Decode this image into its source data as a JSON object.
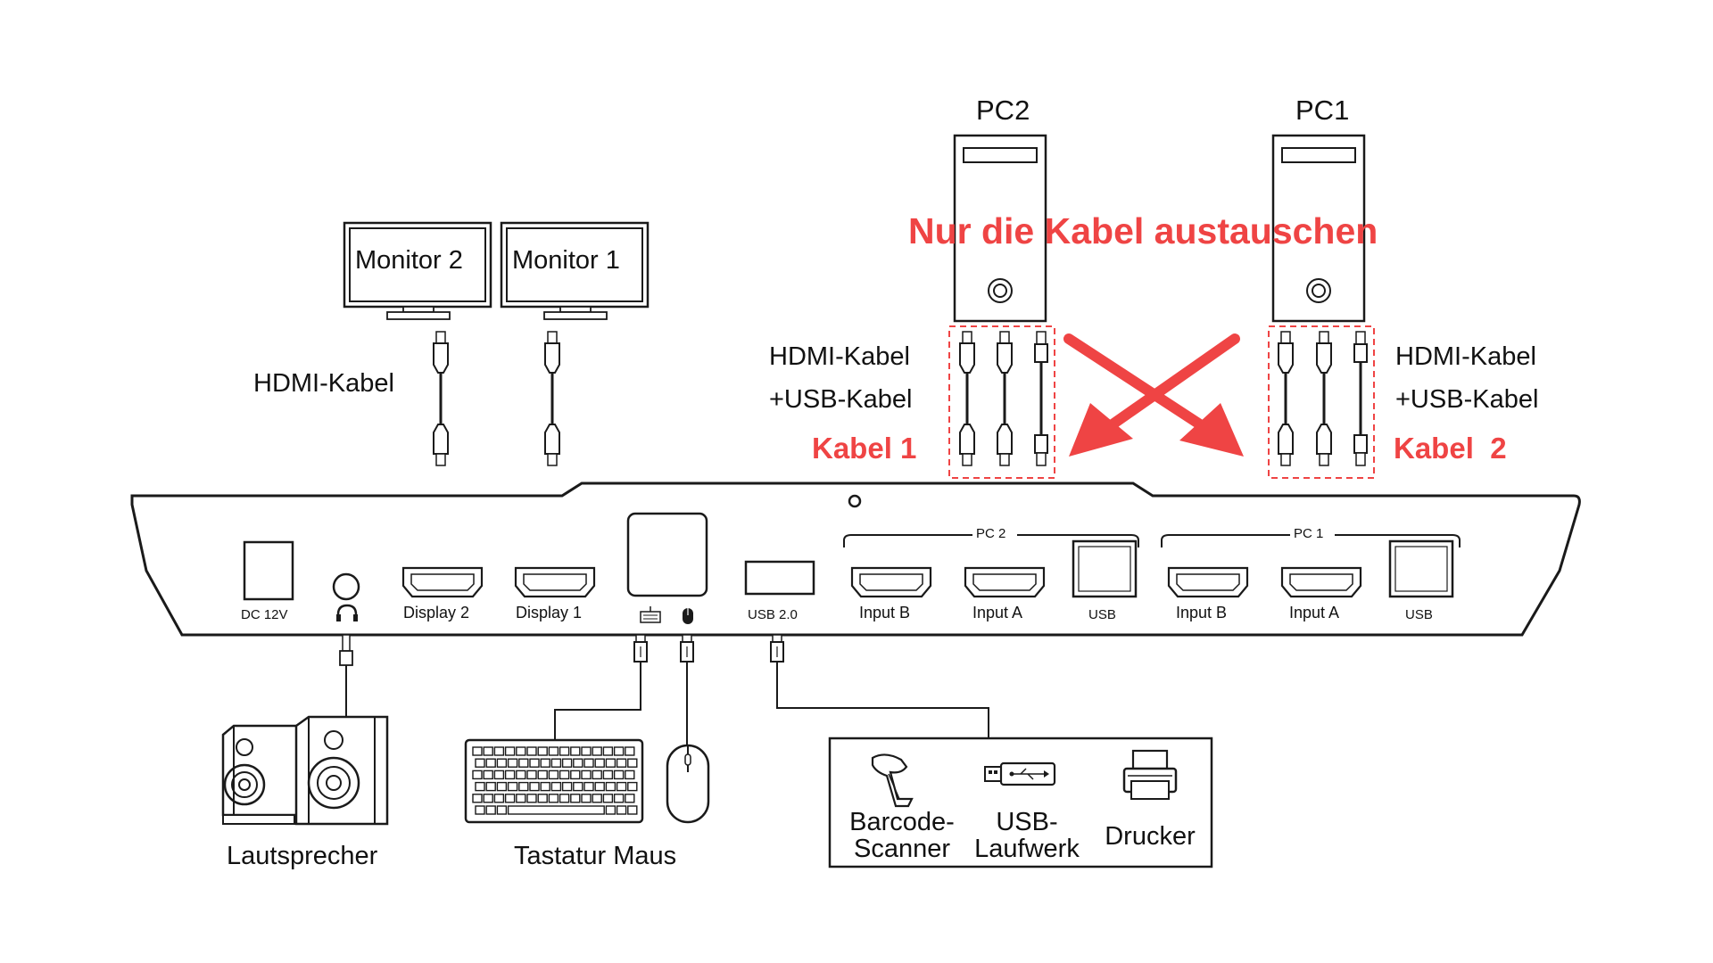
{
  "pcs": {
    "pc2": "PC2",
    "pc1": "PC1"
  },
  "monitors": {
    "monitor2": "Monitor 2",
    "monitor1": "Monitor 1"
  },
  "cables": {
    "hdmi_monitors": "HDMI-Kabel",
    "left_hdmi": "HDMI-Kabel",
    "left_usb": "+USB-Kabel",
    "right_hdmi": "HDMI-Kabel",
    "right_usb": "+USB-Kabel",
    "kabel1": "Kabel 1",
    "kabel2": "Kabel  2"
  },
  "headline": "Nur die Kabel austauschen",
  "switch": {
    "dc": "DC 12V",
    "display2": "Display 2",
    "display1": "Display 1",
    "usb20": "USB 2.0",
    "pc2_group": "PC 2",
    "pc1_group": "PC 1",
    "pc2_inputB": "Input B",
    "pc2_inputA": "Input A",
    "pc2_usb": "USB",
    "pc1_inputB": "Input B",
    "pc1_inputA": "Input A",
    "pc1_usb": "USB"
  },
  "peripherals": {
    "speakers": "Lautsprecher",
    "keyboard_mouse": "Tastatur Maus",
    "scanner_1": "Barcode-",
    "scanner_2": "Scanner",
    "usb_drive_1": "USB-",
    "usb_drive_2": "Laufwerk",
    "printer": "Drucker"
  },
  "icons": [
    "headphone-icon",
    "keyboard-icon",
    "mouse-icon",
    "barcode-scanner-icon",
    "usb-drive-icon",
    "printer-icon",
    "speaker-icon"
  ],
  "colors": {
    "accent": "#ef4444",
    "line": "#1a1a1a"
  }
}
